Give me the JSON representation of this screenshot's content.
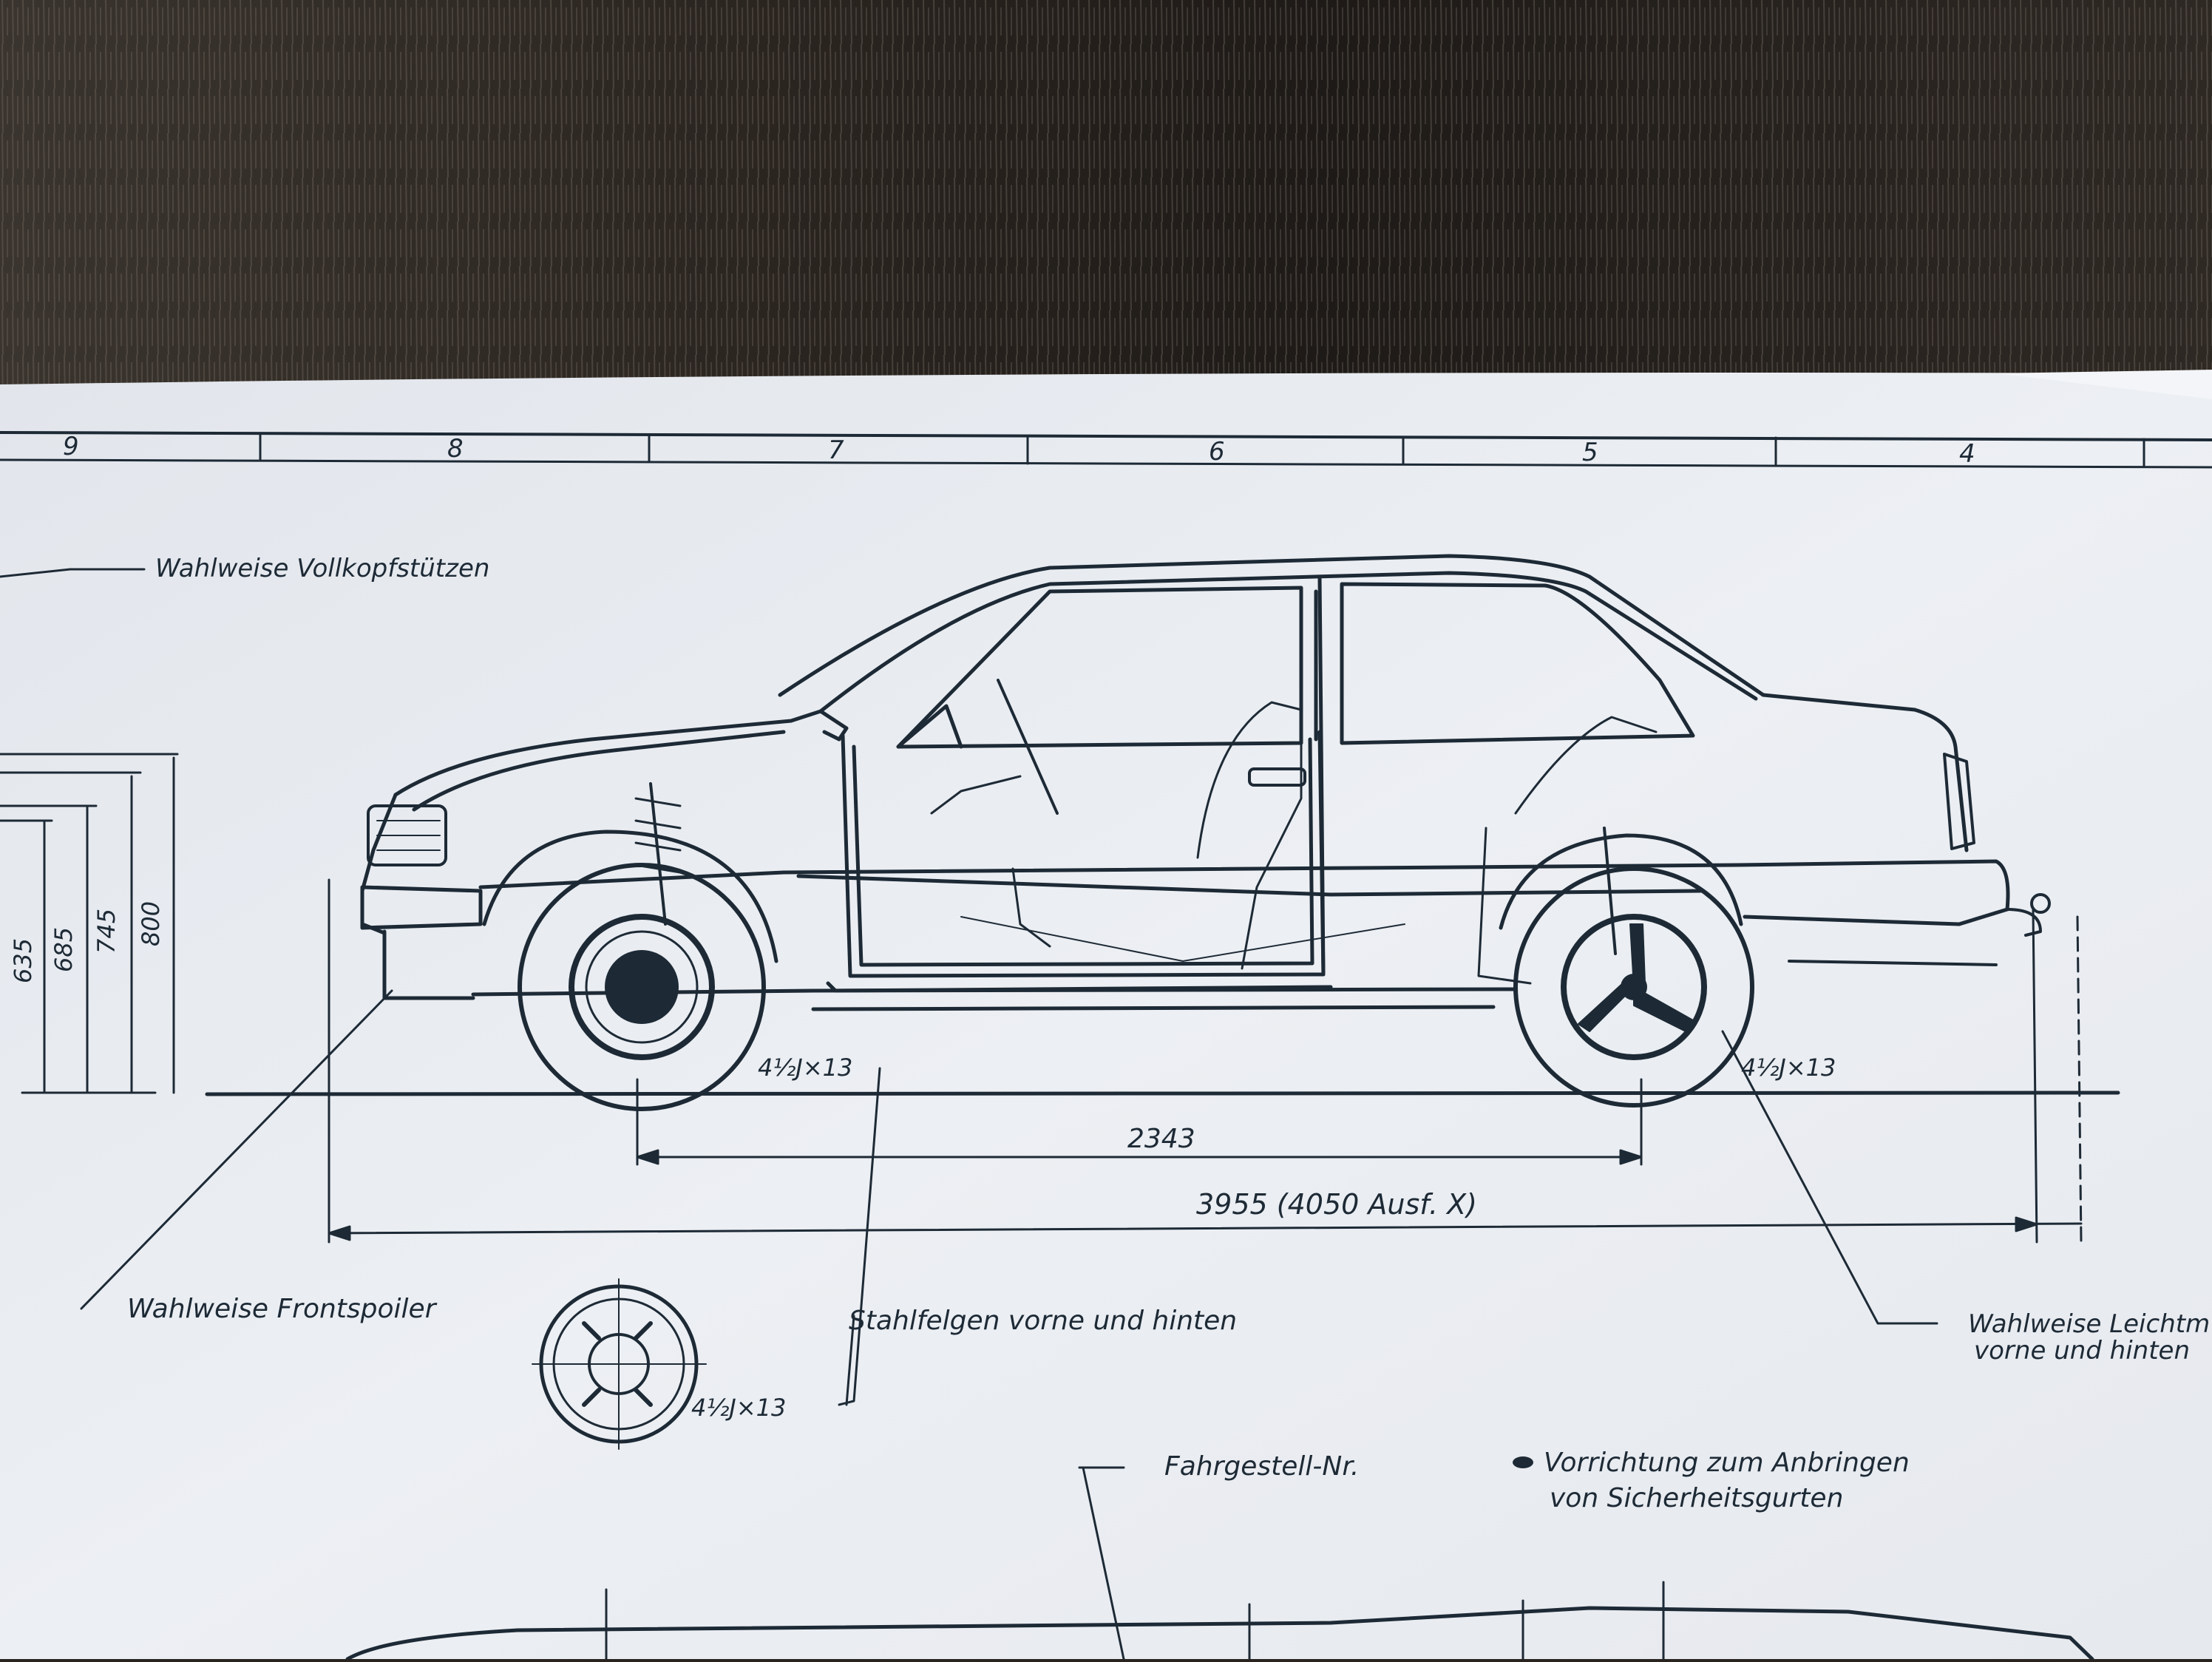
{
  "grid_numbers": [
    "9",
    "8",
    "7",
    "6",
    "5",
    "4"
  ],
  "labels": {
    "headrest": "Wahlweise Vollkopfstützen",
    "front_spoiler": "Wahlweise Frontspoiler",
    "steel_rims": "Stahlfelgen vorne und hinten",
    "alloy_line1": "Wahlweise Leichtm",
    "alloy_line2": "vorne und hinten",
    "chassis_no": "Fahrgestell-Nr.",
    "belt_line1": "Vorrichtung zum Anbringen",
    "belt_line2": "von Sicherheitsgurten"
  },
  "dimensions": {
    "wheelbase": "2343",
    "length": "3955 (4050 Ausf. X)",
    "rim_front": "4½J×13",
    "rim_rear": "4½J×13",
    "rim_detail": "4½J×13",
    "heights": [
      "635",
      "685",
      "745",
      "800"
    ]
  },
  "colors": {
    "paper": "#e9ecf0",
    "ink": "#1d2a36",
    "table": "#2a2420"
  }
}
